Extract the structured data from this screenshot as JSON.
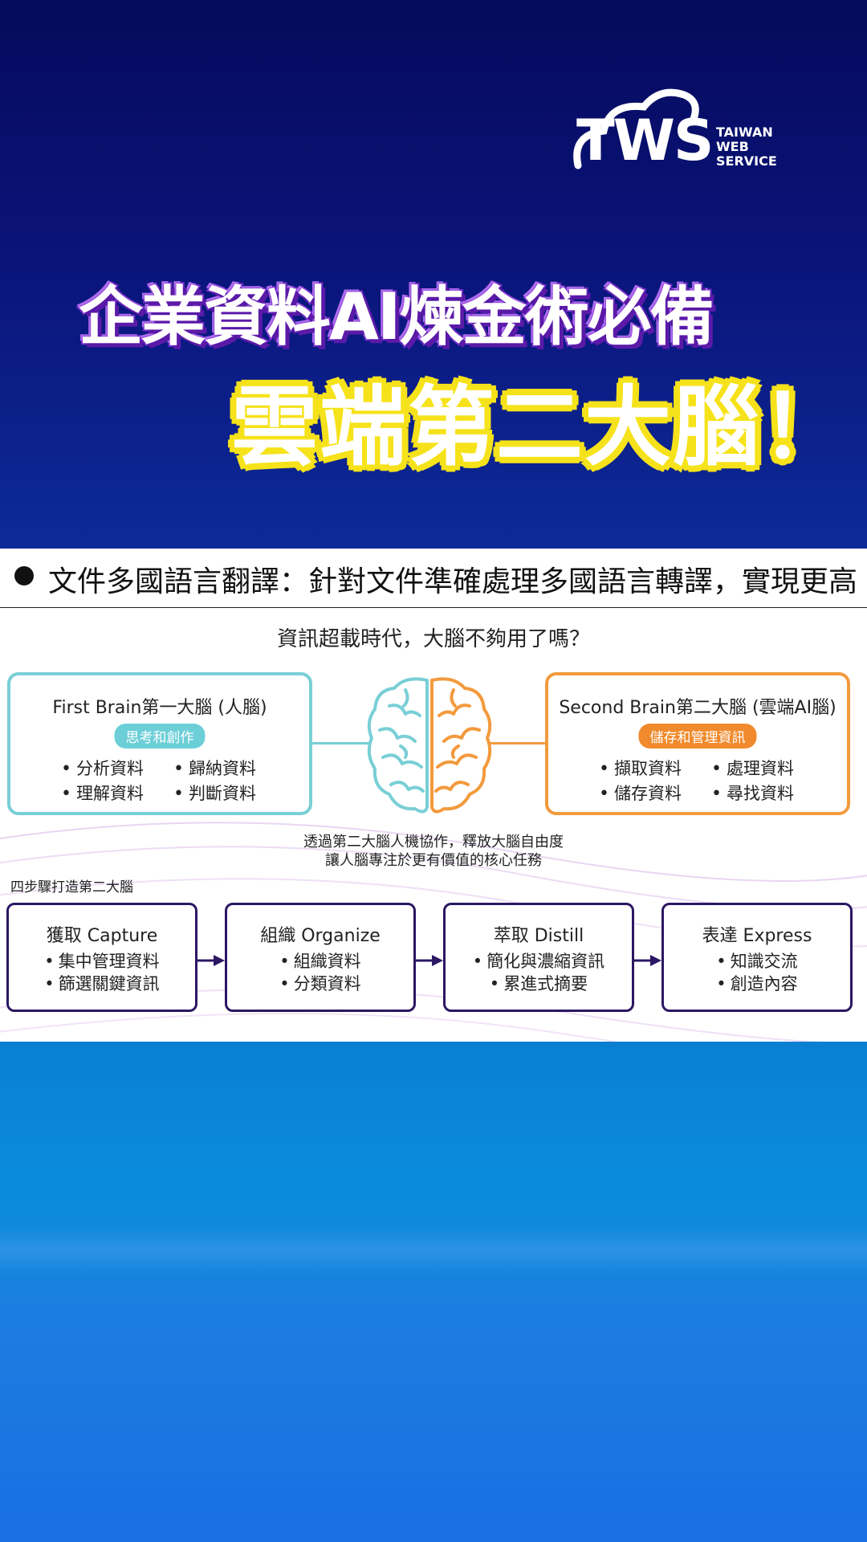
{
  "brand": {
    "logo_mark": "TWS",
    "logo_sub": [
      "TAIWAN",
      "WEB",
      "SERVICE"
    ]
  },
  "headline": {
    "line1": "企業資料AI煉金術必備",
    "line2": "雲端第二大腦！"
  },
  "ticker": {
    "text": "文件多國語言翻譯：針對文件準確處理多國語言轉譯，實現更高"
  },
  "diagram": {
    "title": "資訊超載時代，大腦不夠用了嗎？",
    "first_brain": {
      "title": "First Brain第一大腦 (人腦)",
      "tag": "思考和創作",
      "items": [
        "分析資料",
        "歸納資料",
        "理解資料",
        "判斷資料"
      ]
    },
    "second_brain": {
      "title": "Second Brain第二大腦 (雲端AI腦)",
      "tag": "儲存和管理資訊",
      "items": [
        "擷取資料",
        "處理資料",
        "儲存資料",
        "尋找資料"
      ]
    },
    "caption": [
      "透過第二大腦人機協作，釋放大腦自由度",
      "讓人腦專注於更有價值的核心任務"
    ],
    "steps_label": "四步驟打造第二大腦",
    "steps": [
      {
        "title": "獲取 Capture",
        "items": [
          "集中管理資料",
          "篩選關鍵資訊"
        ]
      },
      {
        "title": "組織 Organize",
        "items": [
          "組織資料",
          "分類資料"
        ]
      },
      {
        "title": "萃取 Distill",
        "items": [
          "簡化與濃縮資訊",
          "累進式摘要"
        ]
      },
      {
        "title": "表達 Express",
        "items": [
          "知識交流",
          "創造內容"
        ]
      }
    ]
  },
  "colors": {
    "first_accent": "#79cfd6",
    "second_accent": "#f39a3d",
    "step_border": "#2b1763",
    "headline1_stroke": "#7c2fd0",
    "headline2_outline": "#f6e21a"
  }
}
